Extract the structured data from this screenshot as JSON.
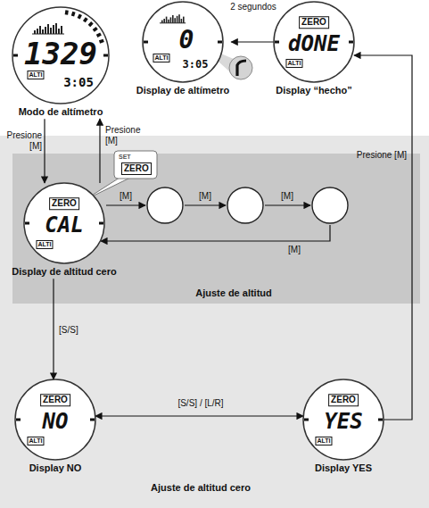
{
  "diagram": {
    "nodes": [
      {
        "text": [
          "1329",
          "3:05",
          "ALTI",
          "Modo de altímetro"
        ]
      },
      {
        "text": [
          "0",
          "3:05",
          "ALTI",
          "Display de altímetro"
        ]
      },
      {
        "text": [
          "ZERO",
          "dONE",
          "ALTI",
          "Display “hecho”"
        ]
      },
      {
        "text": [
          "Ajuste de altitud cero"
        ]
      },
      {
        "text": [
          "Ajuste de altitud"
        ],
        "in": 3
      },
      {
        "text": [
          "ZERO",
          "CAL",
          "ALTI",
          "Display de altitud cero"
        ],
        "in": 4
      },
      {
        "text": [
          "ZERO",
          "NO",
          "ALTI",
          "Display NO"
        ],
        "in": 3
      },
      {
        "text": [
          "ZERO",
          "YES",
          "ALTI",
          "Display YES"
        ],
        "in": 3
      }
    ],
    "edges": [
      {
        "from": 0,
        "to": 5,
        "label": "Presione [M]",
        "arrow": "to"
      },
      {
        "from": 5,
        "to": 0,
        "label": "Presione [M]",
        "arrow": "to"
      },
      {
        "from": 2,
        "to": 1,
        "label": "2 segundos",
        "arrow": "to"
      },
      {
        "from": 7,
        "to": 2,
        "label": "Presione [M]",
        "arrow": "to"
      },
      {
        "from": 5,
        "to": 6,
        "label": "[S/S]",
        "arrow": "to"
      },
      {
        "from": 6,
        "to": 7,
        "label": "[S/S] / [L/R]",
        "arrow": "both"
      }
    ],
    "labels": [
      "SET",
      "ZERO",
      "[M]",
      "[M]",
      "[M]",
      "[M]"
    ]
  }
}
